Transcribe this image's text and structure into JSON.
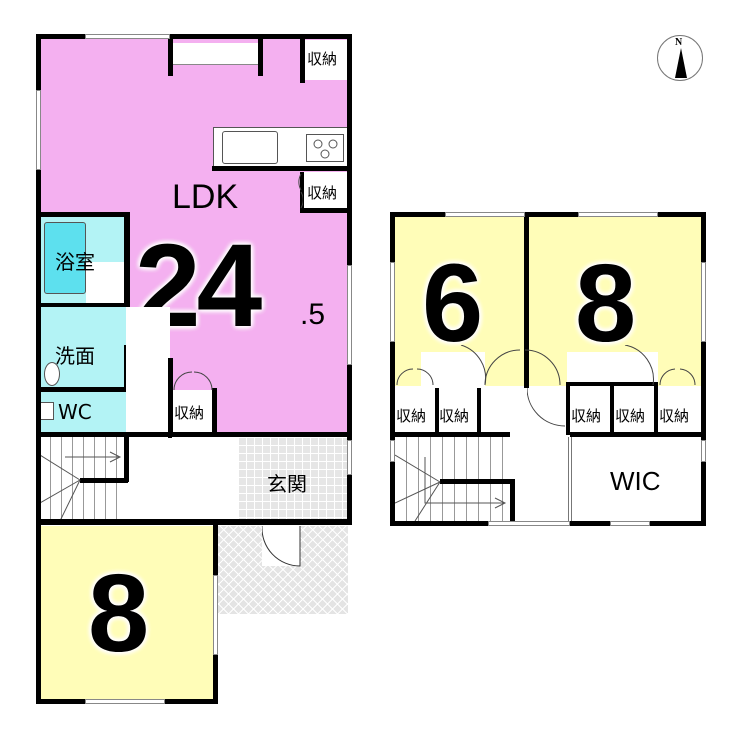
{
  "floor1": {
    "ldk": {
      "label": "LDK",
      "size_main": "24",
      "size_decimal": ".5"
    },
    "bath": {
      "label": "浴室"
    },
    "washroom": {
      "label": "洗面"
    },
    "toilet": {
      "label": "WC"
    },
    "entrance": {
      "label": "玄関"
    },
    "bedroom": {
      "size": "8"
    },
    "storage": [
      "収納",
      "収納",
      "収納"
    ]
  },
  "floor2": {
    "room_left": {
      "size": "6"
    },
    "room_right": {
      "size": "8"
    },
    "wic": {
      "label": "WIC"
    },
    "storage": [
      "収納",
      "収納",
      "収納",
      "収納",
      "収納"
    ]
  },
  "compass": {
    "label": "N"
  },
  "colors": {
    "ldk": "#f4b0f0",
    "wet": "#b3f3f5",
    "bedroom": "#fffdb8",
    "wall": "#000000"
  }
}
